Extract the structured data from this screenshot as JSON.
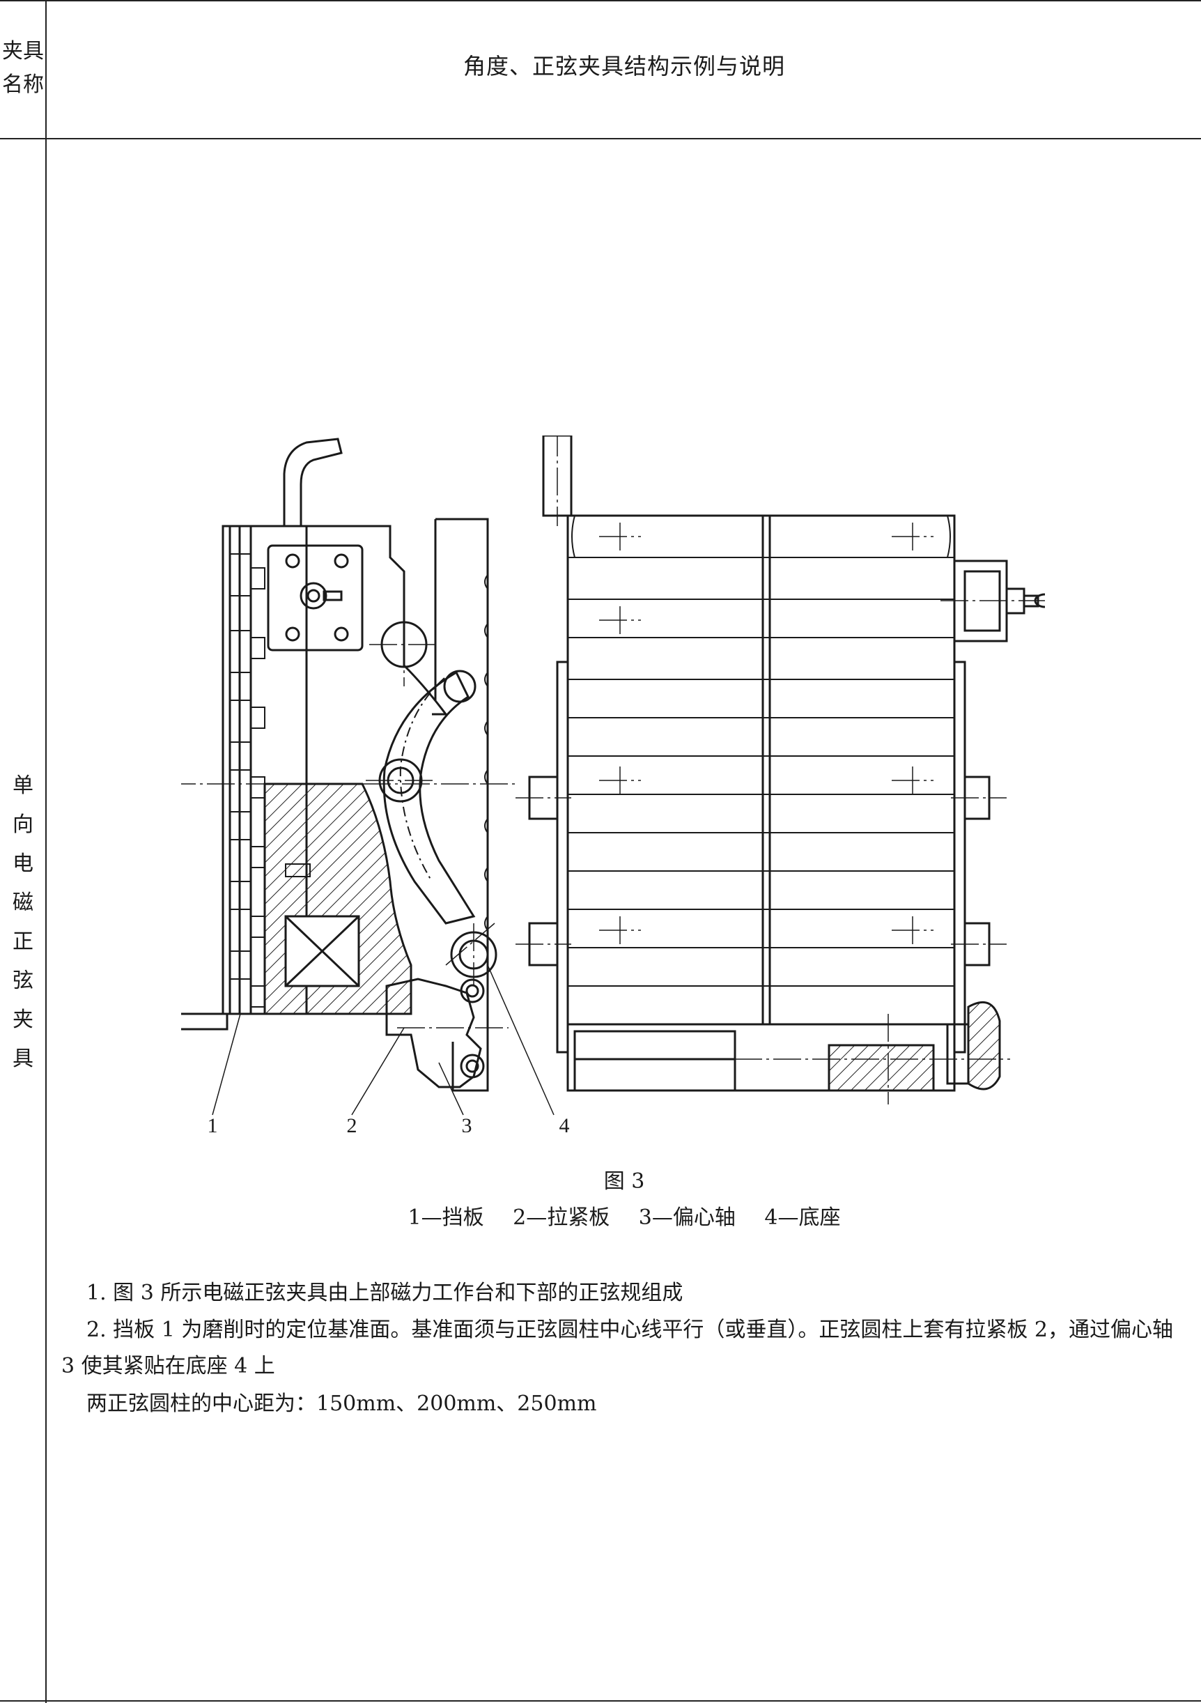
{
  "header": {
    "label": "夹具名称",
    "title": "角度、正弦夹具结构示例与说明"
  },
  "row": {
    "label_chars": [
      "单",
      "向",
      "电",
      "磁",
      "正",
      "弦",
      "夹",
      "具"
    ]
  },
  "figure": {
    "callouts": [
      "1",
      "2",
      "3",
      "4"
    ],
    "caption": "图 3",
    "legend": [
      "1—挡板",
      "2—拉紧板",
      "3—偏心轴",
      "4—底座"
    ]
  },
  "description": {
    "para1": "1. 图 3 所示电磁正弦夹具由上部磁力工作台和下部的正弦规组成",
    "para2": "2. 挡板 1 为磨削时的定位基准面。基准面须与正弦圆柱中心线平行（或垂直）。正弦圆柱上套有拉紧板 2，通过偏心轴 3 使其紧贴在底座 4 上",
    "para3": "两正弦圆柱的中心距为：150mm、200mm、250mm"
  }
}
